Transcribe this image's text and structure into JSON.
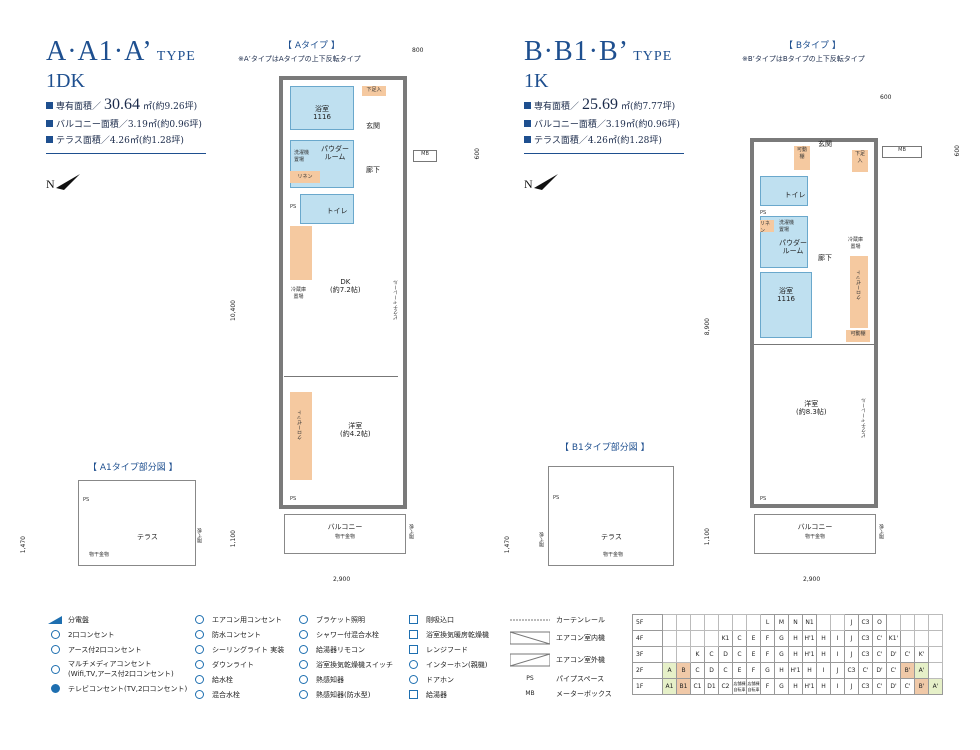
{
  "a_type": {
    "title": "A·A1·A’",
    "title_suffix": "TYPE",
    "layout": "1DK",
    "specs": [
      {
        "label": "専有面積／",
        "big": "30.64",
        "rest": "㎡(約9.26坪)"
      },
      {
        "label": "バルコニー面積／3.19㎡(約0.96坪)",
        "big": "",
        "rest": ""
      },
      {
        "label": "テラス面積／4.26㎡(約1.28坪)",
        "big": "",
        "rest": ""
      }
    ],
    "plan_label": "【 Aタイプ 】",
    "plan_note": "※A’タイプはAタイプの上下反転タイプ",
    "partial_label": "【 A1タイプ部分図 】",
    "rooms": {
      "bath": "浴室\n1116",
      "entrance": "玄関",
      "powder": "パウダー\nルーム",
      "washer": "洗濯機\n置場",
      "linen": "リネン",
      "corridor": "廊下",
      "toilet": "トイレ",
      "ps": "PS",
      "mb": "MB",
      "shoe": "下足入",
      "dk": "DK\n(約7.2帖)",
      "fridge": "冷蔵庫\n置場",
      "picture": "ピクチャーレール",
      "western": "洋室\n(約4.2帖)",
      "closet": "クローゼット",
      "balcony": "バルコニー",
      "drying": "物干金物",
      "terrace": "テラス",
      "partition": "隔て板"
    },
    "dims": {
      "top": "800",
      "width": "2,900",
      "height": "10,400",
      "side": "600",
      "bal": "1,100",
      "terrace_h": "1,470"
    }
  },
  "b_type": {
    "title": "B·B1·B’",
    "title_suffix": "TYPE",
    "layout": "1K",
    "specs": [
      {
        "label": "専有面積／",
        "big": "25.69",
        "rest": "㎡(約7.77坪)"
      },
      {
        "label": "バルコニー面積／3.19㎡(約0.96坪)",
        "big": "",
        "rest": ""
      },
      {
        "label": "テラス面積／4.26㎡(約1.28坪)",
        "big": "",
        "rest": ""
      }
    ],
    "plan_label": "【 Bタイプ 】",
    "plan_note": "※B’タイプはBタイプの上下反転タイプ",
    "partial_label": "【 B1タイプ部分図 】",
    "rooms": {
      "movable": "可動\n棚",
      "entrance": "玄関",
      "shoe": "下足\n入",
      "mb": "MB",
      "toilet": "トイレ",
      "ps": "PS",
      "washer": "洗濯機\n置場",
      "linen": "リネン",
      "powder": "パウダー\nルーム",
      "fridge": "冷蔵庫\n置場",
      "corridor": "廊下",
      "closet": "クローゼット",
      "bath": "浴室\n1116",
      "movable2": "可動棚",
      "western": "洋室\n(約8.3帖)",
      "picture": "ピクチャーレール",
      "balcony": "バルコニー",
      "drying": "物干金物",
      "terrace": "テラス",
      "partition": "隔て板"
    },
    "dims": {
      "top": "600",
      "width": "2,900",
      "height": "8,900",
      "side": "600",
      "bal": "1,100",
      "terrace_h": "1,470"
    }
  },
  "legend": {
    "col1": [
      "分電盤",
      "2口コンセント",
      "アース付2口コンセント",
      "マルチメディアコンセント\n(Wifi,TV,アース付2口コンセント)",
      "テレビコンセント(TV,2口コンセント)"
    ],
    "col2": [
      "エアコン用コンセント",
      "防水コンセント",
      "シーリングライト 実装",
      "ダウンライト",
      "給水栓",
      "混合水栓"
    ],
    "col3": [
      "ブラケット照明",
      "シャワー付混合水栓",
      "給湯器リモコン",
      "浴室換気乾燥機スイッチ",
      "熱感知器",
      "熱感知器(防水型)"
    ],
    "col4": [
      "剛吸込口",
      "浴室換気暖房乾燥機",
      "レンジフード",
      "インターホン(親機)",
      "ドアホン",
      "給湯器"
    ],
    "col5": [
      "カーテンレール",
      "エアコン室内機",
      "エアコン室外機",
      "パイプスペース",
      "メーターボックス"
    ],
    "col5_icons": [
      "",
      "",
      "",
      "PS",
      "MB"
    ]
  },
  "floor_table": {
    "rows": [
      {
        "floor": "5F",
        "cells": [
          "",
          "",
          "",
          "",
          "",
          "",
          "",
          "L",
          "M",
          "N",
          "N1",
          "",
          "",
          "J",
          "C3",
          "O",
          "",
          "",
          "",
          ""
        ]
      },
      {
        "floor": "4F",
        "cells": [
          "",
          "",
          "",
          "",
          "K1",
          "C",
          "E",
          "F",
          "G",
          "H",
          "H'1",
          "H",
          "I",
          "J",
          "C3",
          "C'",
          "K1'",
          "",
          "",
          ""
        ]
      },
      {
        "floor": "3F",
        "cells": [
          "",
          "",
          "K",
          "C",
          "D",
          "C",
          "E",
          "F",
          "G",
          "H",
          "H'1",
          "H",
          "I",
          "J",
          "C3",
          "C'",
          "D'",
          "C'",
          "K'",
          ""
        ]
      },
      {
        "floor": "2F",
        "cells": [
          "A",
          "B",
          "C",
          "D",
          "C",
          "E",
          "F",
          "G",
          "H",
          "H'1",
          "H",
          "I",
          "J",
          "C3",
          "C'",
          "D'",
          "C'",
          "B'",
          "A'",
          ""
        ]
      },
      {
        "floor": "1F",
        "cells": [
          "A1",
          "B1",
          "C1",
          "D1",
          "C2",
          "店舗棟\n自転車",
          "店舗棟\n自転車",
          "F",
          "G",
          "H",
          "H'1",
          "H",
          "I",
          "J",
          "C3",
          "C'",
          "D'",
          "C'",
          "B'",
          "A'"
        ]
      }
    ]
  },
  "colors": {
    "accent": "#1e4f8f",
    "bath": "#bfe0f0",
    "closet": "#f5c9a0"
  }
}
